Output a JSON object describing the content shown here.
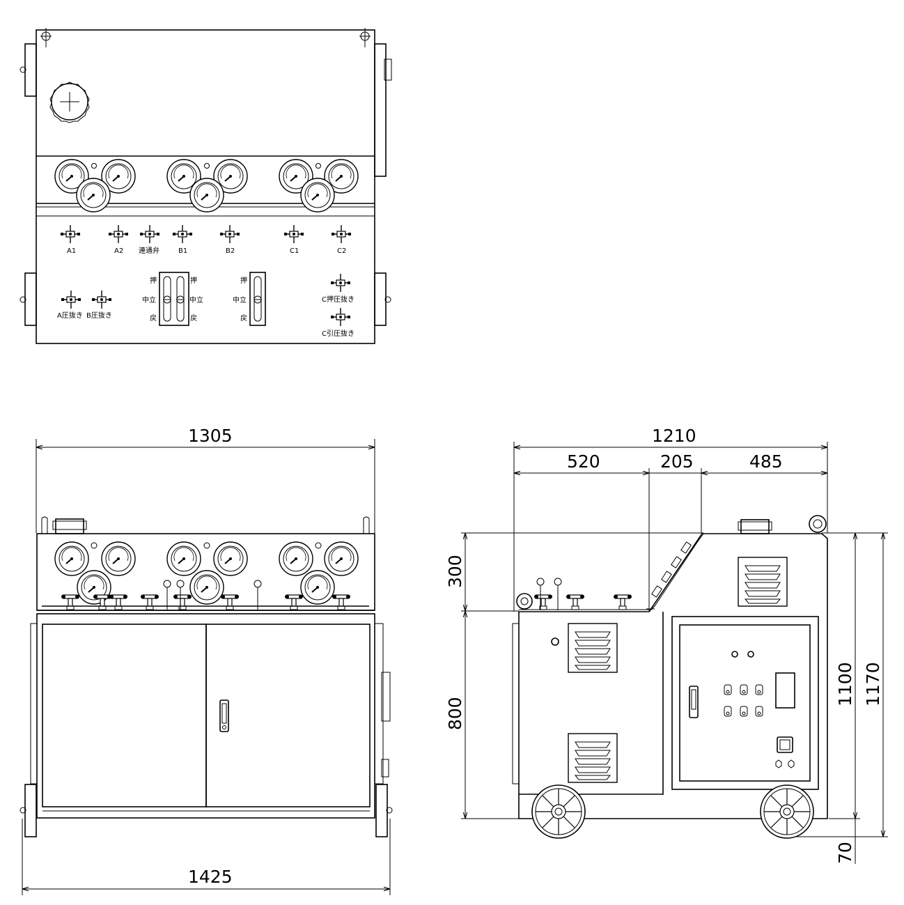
{
  "dimensions": {
    "front_width_top": "1305",
    "front_width_bottom": "1425",
    "side_total_width": "1210",
    "side_seg_1": "520",
    "side_seg_2": "205",
    "side_seg_3": "485",
    "side_upper_height": "300",
    "side_lower_height": "800",
    "side_body_height": "1100",
    "side_total_height": "1170",
    "side_wheel_offset": "70"
  },
  "top_view": {
    "valve_labels": [
      "A1",
      "A2",
      "連通弁",
      "B1",
      "B2",
      "C1",
      "C2"
    ],
    "release_labels": [
      "A圧抜き",
      "B圧抜き"
    ],
    "c_release_labels": [
      "C押圧抜き",
      "C引圧抜き"
    ],
    "lever_labels_left": [
      "押",
      "中立",
      "戻"
    ],
    "lever_labels_right": [
      "押",
      "中立",
      "戻"
    ],
    "lever2_labels": [
      "押",
      "中立",
      "戻"
    ]
  }
}
